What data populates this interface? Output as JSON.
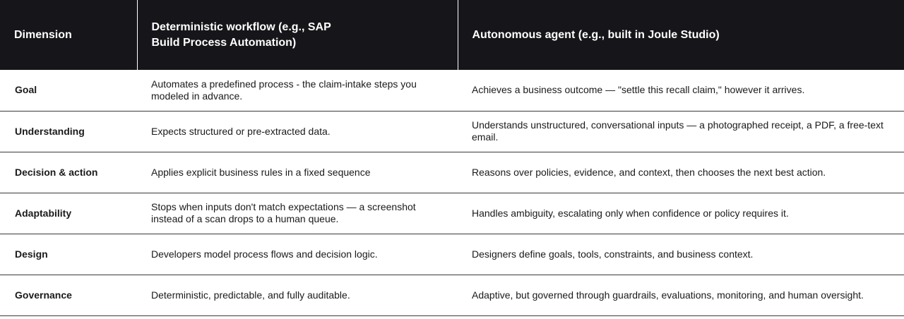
{
  "table": {
    "headers": [
      "Dimension",
      "Deterministic workflow (e.g., SAP Build Process Automation)",
      "Autonomous agent (e.g., built in Joule Studio)"
    ],
    "rows": [
      {
        "dimension": "Goal",
        "workflow": "Automates a predefined process - the claim-intake steps you modeled in advance.",
        "agent": "Achieves a business outcome — \"settle this recall claim,\" however it arrives."
      },
      {
        "dimension": "Understanding",
        "workflow": "Expects structured or pre-extracted data.",
        "agent": "Understands unstructured, conversational inputs — a photographed receipt, a PDF, a free-text email."
      },
      {
        "dimension": "Decision & action",
        "workflow": "Applies explicit business rules in a fixed sequence",
        "agent": "Reasons over policies, evidence, and context, then chooses the next best action."
      },
      {
        "dimension": "Adaptability",
        "workflow": "Stops when inputs don't match expectations — a screenshot instead of a scan drops to a human queue.",
        "agent": "Handles ambiguity, escalating only when confidence or policy requires it."
      },
      {
        "dimension": "Design",
        "workflow": "Developers model process flows and decision logic.",
        "agent": "Designers define goals, tools, constraints, and business context."
      },
      {
        "dimension": "Governance",
        "workflow": "Deterministic, predictable, and fully auditable.",
        "agent": "Adaptive, but governed through guardrails, evaluations, monitoring, and human oversight."
      }
    ]
  }
}
